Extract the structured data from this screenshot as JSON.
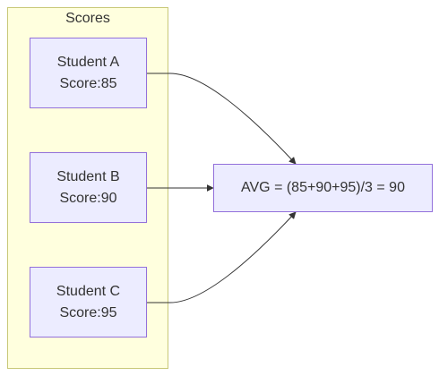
{
  "cluster": {
    "title": "Scores"
  },
  "nodes": {
    "a": {
      "name": "Student A",
      "score": "Score:85"
    },
    "b": {
      "name": "Student B",
      "score": "Score:90"
    },
    "c": {
      "name": "Student C",
      "score": "Score:95"
    },
    "avg": {
      "label": "AVG = (85+90+95)/3 = 90"
    }
  },
  "colors": {
    "cluster_fill": "#ffffde",
    "cluster_border": "#c8c878",
    "node_fill": "#ececff",
    "node_border": "#9370db",
    "edge": "#333333"
  }
}
